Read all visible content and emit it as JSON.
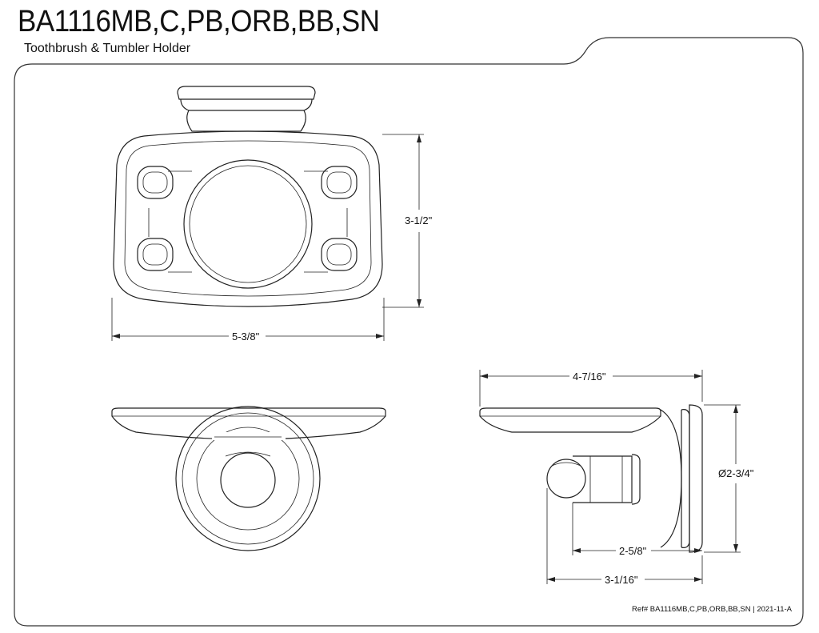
{
  "header": {
    "model": "BA1116MB,C,PB,ORB,BB,SN",
    "product": "Toothbrush & Tumbler Holder"
  },
  "dimensions": {
    "height": "3-1/2\"",
    "width": "5-3/8\"",
    "projection": "4-7/16\"",
    "base_diameter": "Ø2-3/4\"",
    "center_to_wall": "2-5/8\"",
    "depth": "3-1/16\""
  },
  "footer": {
    "reference": "Ref# BA1116MB,C,PB,ORB,BB,SN | 2021-11-A"
  }
}
